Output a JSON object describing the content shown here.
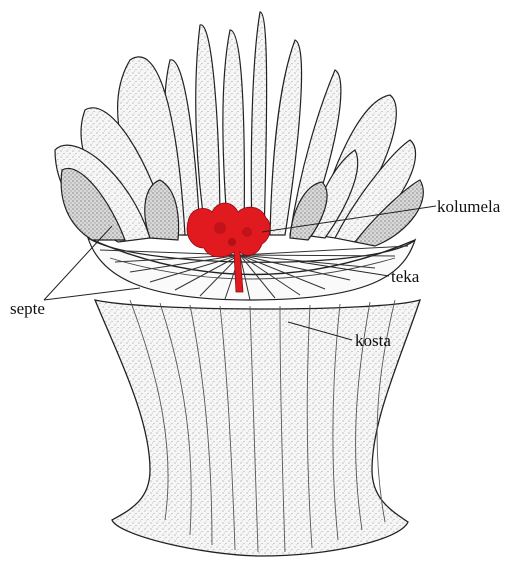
{
  "labels": {
    "kolumela": "kolumela",
    "teka": "teka",
    "kosta": "kosta",
    "septe": "septe"
  },
  "colors": {
    "columella": "#e01a1f",
    "ink": "#222222",
    "paper": "#ffffff",
    "shade": "#e9e9e9"
  }
}
